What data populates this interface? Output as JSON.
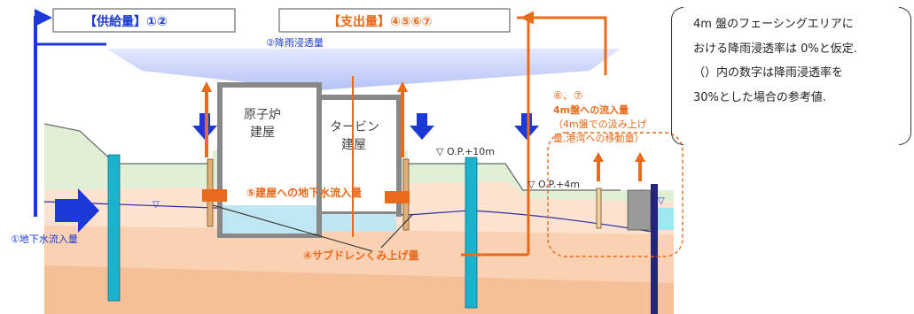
{
  "diagram": {
    "supply_box_label": "【供給量】①②",
    "expenditure_box_label": "【支出量】④⑤⑥⑦",
    "rain_infiltration_label": "②降雨浸透量",
    "groundwater_inflow_label": "①地下水流入量",
    "reactor_building_label": [
      "原子炉",
      "建屋"
    ],
    "turbine_building_label": [
      "タービン",
      "建屋"
    ],
    "building_inflow_label": "⑤建屋への地下水流入量",
    "subdrain_label": "④サブドレンくみ上げ量",
    "op10_label": "▽ O.P.+10m",
    "op4_label": "▽ O.P.+4m",
    "water_level_mark": "▽",
    "flow4m_label": [
      "⑥、⑦",
      "4m盤への流入量",
      "（4m盤での汲み上げ",
      "量,港湾への移動量）"
    ]
  },
  "note": {
    "lines": [
      "4m 盤のフェーシングエリアに",
      "おける降雨浸透率は 0%と仮定.",
      "（）内の数字は降雨浸透率を",
      "30%とした場合の参考値."
    ]
  },
  "colors": {
    "supply_blue": "#1a39d6",
    "expenditure_orange": "#e86a1a",
    "well_cyan": "#1ab2cc",
    "soil_upper": "#fde0cd",
    "soil_lower": "#f9c9a8",
    "ground_green": "#d8efd2"
  }
}
